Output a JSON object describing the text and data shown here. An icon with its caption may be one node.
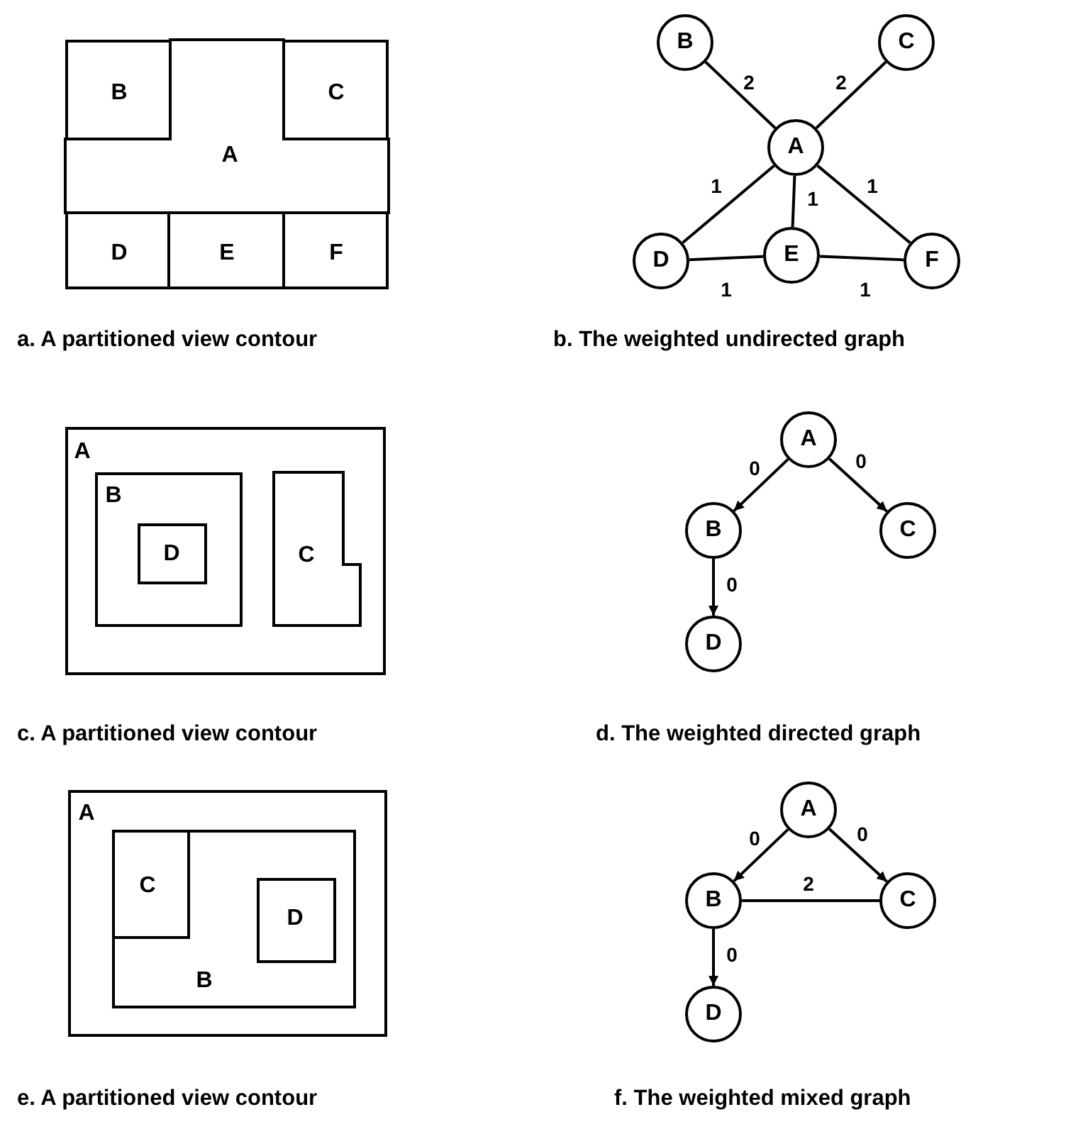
{
  "diagram": {
    "nodes": [
      {
        "text": [
          "B"
        ]
      },
      {
        "text": [
          "C"
        ]
      },
      {
        "text": [
          "A"
        ]
      },
      {
        "text": [
          "D"
        ]
      },
      {
        "text": [
          "E"
        ]
      },
      {
        "text": [
          "F"
        ]
      },
      {
        "text": [
          "B"
        ]
      },
      {
        "text": [
          "C"
        ]
      },
      {
        "text": [
          "A"
        ]
      },
      {
        "text": [
          "D"
        ]
      },
      {
        "text": [
          "E"
        ]
      },
      {
        "text": [
          "F"
        ]
      },
      {
        "text": [
          "A"
        ]
      },
      {
        "text": [
          "B"
        ],
        "in": 12
      },
      {
        "text": [
          "D"
        ],
        "in": 13
      },
      {
        "text": [
          "C"
        ],
        "in": 12
      },
      {
        "text": [
          "A"
        ]
      },
      {
        "text": [
          "B"
        ]
      },
      {
        "text": [
          "C"
        ]
      },
      {
        "text": [
          "D"
        ]
      },
      {
        "text": [
          "A"
        ]
      },
      {
        "text": [
          "B"
        ],
        "in": 20
      },
      {
        "text": [
          "C"
        ],
        "in": 21
      },
      {
        "text": [
          "D"
        ],
        "in": 21
      },
      {
        "text": [
          "A"
        ]
      },
      {
        "text": [
          "B"
        ]
      },
      {
        "text": [
          "C"
        ]
      },
      {
        "text": [
          "D"
        ]
      }
    ],
    "edges": [
      {
        "from": 6,
        "to": 8,
        "arrow": "none",
        "label": "2"
      },
      {
        "from": 7,
        "to": 8,
        "arrow": "none",
        "label": "2"
      },
      {
        "from": 8,
        "to": 9,
        "arrow": "none",
        "label": "1"
      },
      {
        "from": 8,
        "to": 10,
        "arrow": "none",
        "label": "1"
      },
      {
        "from": 8,
        "to": 11,
        "arrow": "none",
        "label": "1"
      },
      {
        "from": 9,
        "to": 10,
        "arrow": "none",
        "label": "1"
      },
      {
        "from": 10,
        "to": 11,
        "arrow": "none",
        "label": "1"
      },
      {
        "from": 16,
        "to": 17,
        "arrow": "to",
        "label": "0"
      },
      {
        "from": 16,
        "to": 18,
        "arrow": "to",
        "label": "0"
      },
      {
        "from": 17,
        "to": 19,
        "arrow": "to",
        "label": "0"
      },
      {
        "from": 24,
        "to": 25,
        "arrow": "to",
        "label": "0"
      },
      {
        "from": 24,
        "to": 26,
        "arrow": "to",
        "label": "0"
      },
      {
        "from": 25,
        "to": 26,
        "arrow": "none",
        "label": "2"
      },
      {
        "from": 25,
        "to": 27,
        "arrow": "to",
        "label": "0"
      }
    ],
    "labels": [
      "a. A partitioned view contour",
      "b. The weighted undirected graph",
      "c. A partitioned view contour",
      "d. The weighted directed graph",
      "e. A partitioned view contour",
      "f. The weighted mixed graph"
    ]
  }
}
